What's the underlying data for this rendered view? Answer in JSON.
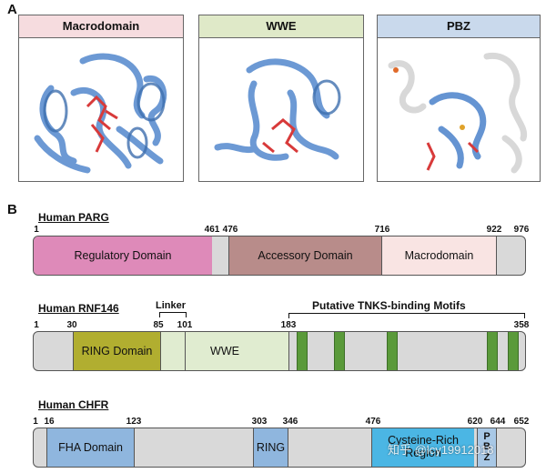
{
  "panel_a": {
    "letter": "A",
    "structures": [
      {
        "title": "Macrodomain",
        "header_color": "#f6dcdf"
      },
      {
        "title": "WWE",
        "header_color": "#dfe9c8"
      },
      {
        "title": "PBZ",
        "header_color": "#c9d9ec"
      }
    ]
  },
  "panel_b": {
    "letter": "B",
    "parg": {
      "name": "Human PARG",
      "positions": [
        "1",
        "461",
        "476",
        "716",
        "922",
        "976"
      ],
      "domains": {
        "regulatory": "Regulatory Domain",
        "accessory": "Accessory Domain",
        "macrodomain": "Macrodomain"
      }
    },
    "rnf146": {
      "name": "Human RNF146",
      "positions": [
        "1",
        "30",
        "85",
        "101",
        "183",
        "358"
      ],
      "linker_label": "Linker",
      "motifs_label": "Putative TNKS-binding Motifs",
      "domains": {
        "ring": "RING Domain",
        "wwe": "WWE"
      }
    },
    "chfr": {
      "name": "Human CHFR",
      "positions": [
        "1",
        "16",
        "123",
        "303",
        "346",
        "476",
        "620",
        "644",
        "652"
      ],
      "domains": {
        "fha": "FHA Domain",
        "ring": "RING",
        "cysteine": "Cysteine-Rich Region",
        "pbz": "PBZ"
      }
    }
  },
  "watermark": "知乎 @lcy19912018",
  "colors": {
    "regulatory": "#de8ab9",
    "accessory": "#b88c8a",
    "macrodomain": "#f9e4e3",
    "ring_rnf": "#b1ae30",
    "wwe": "#e0ecd0",
    "motif": "#5a9a3a",
    "fha": "#8fb6de",
    "ring_chfr": "#8fb6de",
    "cysteine": "#4bb6e4",
    "pbz": "#a8c8e6",
    "grey": "#d9d9d9"
  }
}
